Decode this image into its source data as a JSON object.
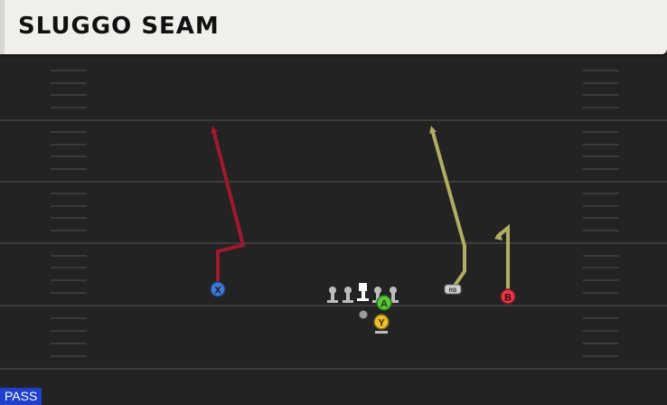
{
  "play": {
    "name": "SLUGGO SEAM",
    "type_badge": "PASS"
  },
  "players": {
    "x": "X",
    "a": "A",
    "y": "Y",
    "b": "B",
    "rb": "RB"
  },
  "route_colors": {
    "x_route": "#a0182c",
    "rb_route": "#b2ad63",
    "b_route": "#b2ad63"
  },
  "player_colors": {
    "x": "#3f79d1",
    "a": "#59c93a",
    "y": "#e9bf2a",
    "b": "#e23a47",
    "rb": "#cfcfcf",
    "lineman": "#bdbdbd",
    "center": "#ffffff"
  },
  "icons": {
    "lineman": "lineman-icon",
    "center": "center-icon",
    "qb": "qb-icon"
  }
}
